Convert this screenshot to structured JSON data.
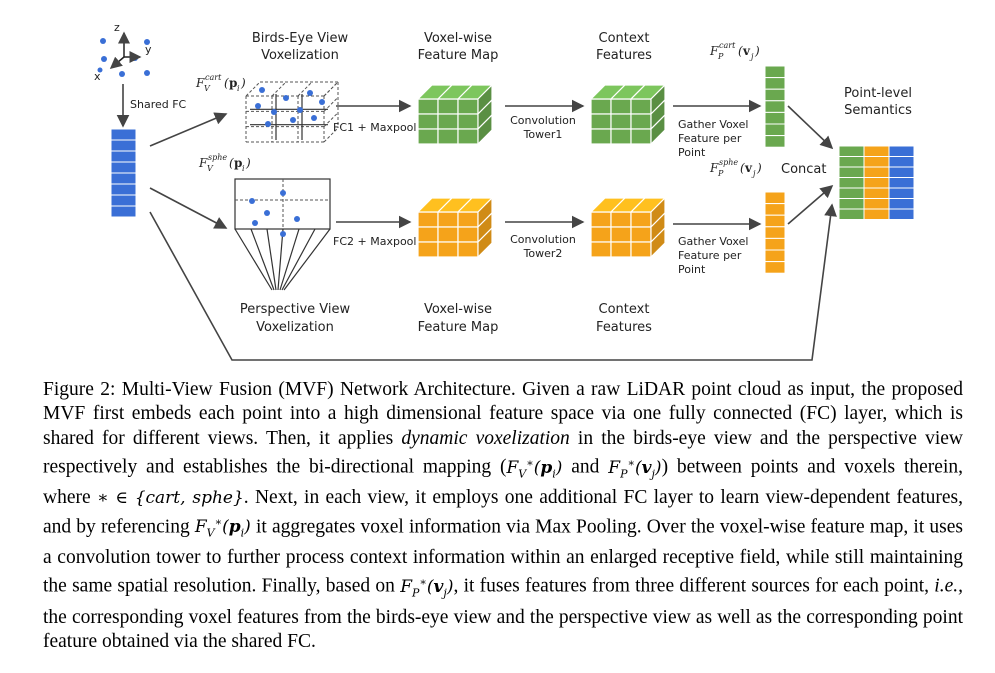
{
  "diagram": {
    "axes": {
      "z": "z",
      "y": "y",
      "x": "x"
    },
    "shared_fc": "Shared FC",
    "bev_title": [
      "Birds-Eye View",
      "Voxelization"
    ],
    "pv_title": [
      "Perspective View",
      "Voxelization"
    ],
    "voxel_map_top": [
      "Voxel-wise",
      "Feature Map"
    ],
    "context_top": [
      "Context",
      "Features"
    ],
    "voxel_map_bottom": [
      "Voxel-wise",
      "Feature Map"
    ],
    "context_bottom": [
      "Context",
      "Features"
    ],
    "fc1": "FC1 + Maxpool",
    "fc2": "FC2 + Maxpool",
    "conv1": [
      "Convolution",
      "Tower1"
    ],
    "conv2": [
      "Convolution",
      "Tower2"
    ],
    "gather1": [
      "Gather Voxel",
      "Feature per",
      "Point"
    ],
    "gather2": [
      "Gather Voxel",
      "Feature per",
      "Point"
    ],
    "concat": "Concat",
    "point_semantics": [
      "Point-level",
      "Semantics"
    ],
    "f_v_cart": {
      "base": "F",
      "sub": "V",
      "sup": "cart",
      "arg": "p",
      "arg_sub": "i"
    },
    "f_v_sphe": {
      "base": "F",
      "sub": "V",
      "sup": "sphe",
      "arg": "p",
      "arg_sub": "i"
    },
    "f_p_cart": {
      "base": "F",
      "sub": "P",
      "sup": "cart",
      "arg": "v",
      "arg_sub": "j"
    },
    "f_p_sphe": {
      "base": "F",
      "sub": "P",
      "sup": "sphe",
      "arg": "v",
      "arg_sub": "j"
    },
    "colors": {
      "blue": "#3a6fd6",
      "green": "#6aa84f",
      "orange": "#f5a31a",
      "grid": "#555555"
    }
  },
  "caption": {
    "p1": "Figure 2: Multi-View Fusion (MVF) Network Architecture. Given a raw LiDAR point cloud as input, the proposed MVF first embeds each point into a high dimensional feature space via one fully connected (FC) layer, which is shared for different views. Then, it applies ",
    "em1": "dynamic voxelization",
    "p2": " in the birds-eye view and the perspective view respectively and establishes the bi-directional mapping (",
    "p3": " and ",
    "p4": ") between points and voxels therein, where ",
    "set": "∗ ∈ {cart, sphe}",
    "p5": ". Next, in each view, it employs one additional FC layer to learn view-dependent features, and by referencing ",
    "p6": " it aggregates voxel information via Max Pooling. Over the voxel-wise feature map, it uses a convolution tower to further process context information within an enlarged receptive field, while still maintaining the same spatial resolution. Finally, based on ",
    "p7": ", it fuses features from three different sources for each point, ",
    "em2": "i.e.,",
    "p8": " the corresponding voxel features from the birds-eye view and the perspective view as well as the corresponding point feature obtained via the shared FC."
  }
}
